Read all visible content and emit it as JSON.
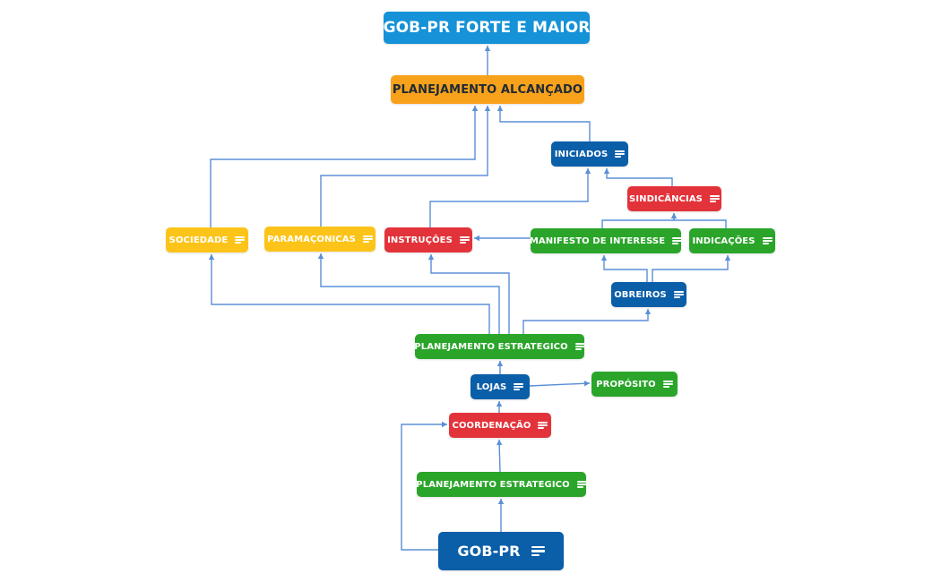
{
  "colors": {
    "blue": "#0b5ea8",
    "light_blue": "#1592d8",
    "orange": "#f8a21b",
    "yellow": "#fcc419",
    "green": "#2aa52a",
    "red": "#e3333a",
    "connector": "#5b8fd6"
  },
  "nodes": {
    "gob_pr_forte": {
      "label": "GOB-PR FORTE E MAIOR",
      "color": "light_blue",
      "note": false
    },
    "planejamento_alcancado": {
      "label": "PLANEJAMENTO ALCANÇADO",
      "color": "orange",
      "note": false
    },
    "iniciados": {
      "label": "INICIADOS",
      "color": "blue",
      "note": true
    },
    "sindicancias": {
      "label": "SINDICÂNCIAS",
      "color": "red",
      "note": true
    },
    "sociedade": {
      "label": "SOCIEDADE",
      "color": "yellow",
      "note": true
    },
    "paramaconicas": {
      "label": "PARAMAÇONICAS",
      "color": "yellow",
      "note": true
    },
    "instrucoes": {
      "label": "INSTRUÇÕES",
      "color": "red",
      "note": true
    },
    "manifesto": {
      "label": "MANIFESTO DE INTERESSE",
      "color": "green",
      "note": true
    },
    "indicacoes": {
      "label": "INDICAÇÕES",
      "color": "green",
      "note": true
    },
    "obreiros": {
      "label": "OBREIROS",
      "color": "blue",
      "note": true
    },
    "planejamento_estrategico_top": {
      "label": "PLANEJAMENTO ESTRATEGICO",
      "color": "green",
      "note": true
    },
    "lojas": {
      "label": "LOJAS",
      "color": "blue",
      "note": true
    },
    "proposito": {
      "label": "PROPÓSITO",
      "color": "green",
      "note": true
    },
    "coordenacao": {
      "label": "COORDENAÇÃO",
      "color": "red",
      "note": true
    },
    "planejamento_estrategico_bottom": {
      "label": "PLANEJAMENTO ESTRATEGICO",
      "color": "green",
      "note": true
    },
    "gob_pr": {
      "label": "GOB-PR",
      "color": "blue",
      "note": true
    }
  },
  "edges": [
    [
      "planejamento_alcancado",
      "gob_pr_forte"
    ],
    [
      "iniciados",
      "planejamento_alcancado"
    ],
    [
      "sociedade",
      "planejamento_alcancado"
    ],
    [
      "paramaconicas",
      "planejamento_alcancado"
    ],
    [
      "sindicancias",
      "iniciados"
    ],
    [
      "instrucoes",
      "iniciados"
    ],
    [
      "manifesto",
      "sindicancias"
    ],
    [
      "indicacoes",
      "sindicancias"
    ],
    [
      "manifesto",
      "instrucoes"
    ],
    [
      "obreiros",
      "manifesto"
    ],
    [
      "obreiros",
      "indicacoes"
    ],
    [
      "planejamento_estrategico_top",
      "obreiros"
    ],
    [
      "planejamento_estrategico_top",
      "sociedade"
    ],
    [
      "planejamento_estrategico_top",
      "paramaconicas"
    ],
    [
      "planejamento_estrategico_top",
      "instrucoes"
    ],
    [
      "lojas",
      "planejamento_estrategico_top"
    ],
    [
      "lojas",
      "proposito"
    ],
    [
      "coordenacao",
      "lojas"
    ],
    [
      "planejamento_estrategico_bottom",
      "coordenacao"
    ],
    [
      "gob_pr",
      "planejamento_estrategico_bottom"
    ],
    [
      "gob_pr",
      "coordenacao"
    ]
  ]
}
